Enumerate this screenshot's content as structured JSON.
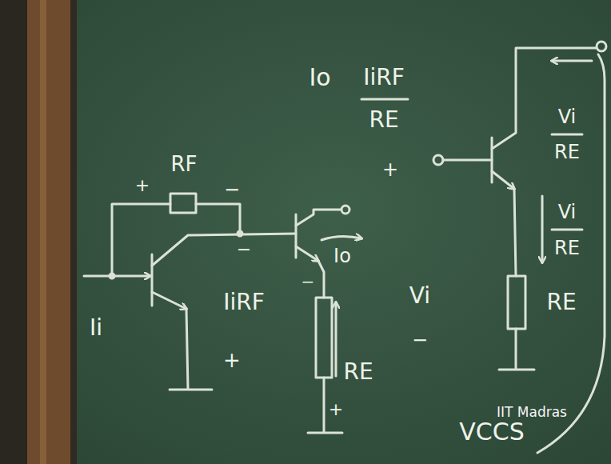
{
  "diagram": {
    "labels": [
      "Io",
      "IiRF",
      "RE",
      "RF",
      "+",
      "−",
      "−",
      "Io",
      "Ii",
      "IiRF",
      "+",
      "−",
      "RE",
      "+",
      "+",
      "Vi",
      "−",
      "Vi",
      "RE",
      "Vi",
      "RE",
      "RE",
      "IIT Madras",
      "VCCS"
    ]
  }
}
